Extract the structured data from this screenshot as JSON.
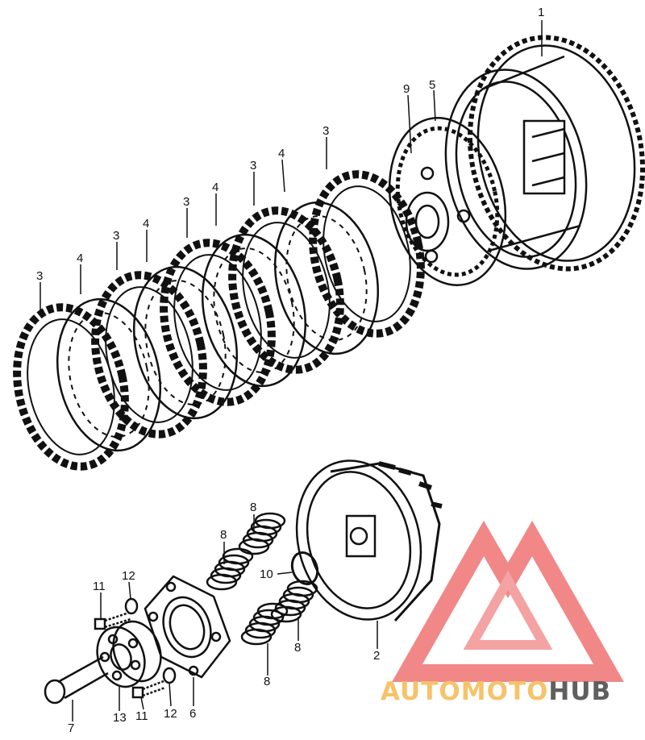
{
  "diagram": {
    "part_labels": [
      {
        "id": "label-1",
        "text": "1"
      },
      {
        "id": "label-9",
        "text": "9"
      },
      {
        "id": "label-5",
        "text": "5"
      },
      {
        "id": "label-3a",
        "text": "3"
      },
      {
        "id": "label-3b",
        "text": "3"
      },
      {
        "id": "label-3c",
        "text": "3"
      },
      {
        "id": "label-3d",
        "text": "3"
      },
      {
        "id": "label-3e",
        "text": "3"
      },
      {
        "id": "label-4a",
        "text": "4"
      },
      {
        "id": "label-4b",
        "text": "4"
      },
      {
        "id": "label-4c",
        "text": "4"
      },
      {
        "id": "label-4d",
        "text": "4"
      },
      {
        "id": "label-8a",
        "text": "8"
      },
      {
        "id": "label-8b",
        "text": "8"
      },
      {
        "id": "label-8c",
        "text": "8"
      },
      {
        "id": "label-8d",
        "text": "8"
      },
      {
        "id": "label-10",
        "text": "10"
      },
      {
        "id": "label-2",
        "text": "2"
      },
      {
        "id": "label-11a",
        "text": "11"
      },
      {
        "id": "label-12a",
        "text": "12"
      },
      {
        "id": "label-11b",
        "text": "11"
      },
      {
        "id": "label-12b",
        "text": "12"
      },
      {
        "id": "label-6",
        "text": "6"
      },
      {
        "id": "label-7",
        "text": "7"
      },
      {
        "id": "label-13",
        "text": "13"
      }
    ]
  },
  "watermark": {
    "part1": "AUTO",
    "part2": "MOTO",
    "part3": "HUB",
    "color_light": "#f6c36a",
    "color_accent": "#ee6a6a",
    "color_dark": "#5f5f5f"
  }
}
